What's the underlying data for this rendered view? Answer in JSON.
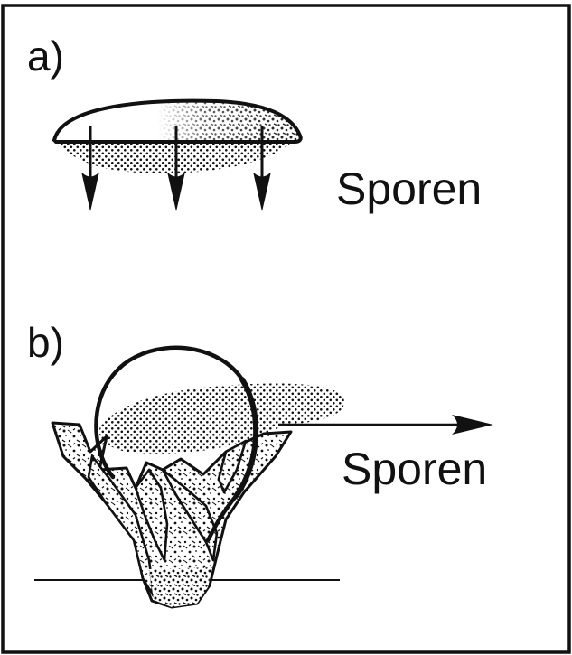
{
  "panel_a": {
    "label": "a)",
    "spores_label": "Sporen"
  },
  "panel_b": {
    "label": "b)",
    "spores_label": "Sporen"
  },
  "colors": {
    "ink": "#111111",
    "paper": "#ffffff"
  }
}
